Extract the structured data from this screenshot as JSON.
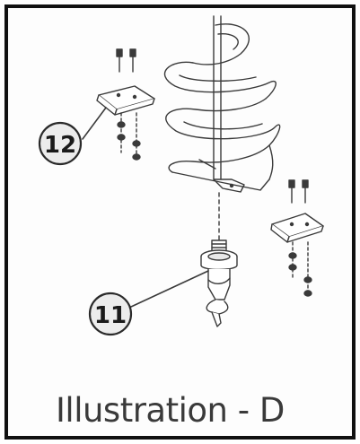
{
  "illustration": {
    "caption": "Illustration - D",
    "callouts": [
      {
        "id": "callout-12",
        "label": "12"
      },
      {
        "id": "callout-11",
        "label": "11"
      }
    ]
  },
  "colors": {
    "border": "#111111",
    "line": "#3a3a3a",
    "callout_fill": "#ececec",
    "text": "#3a3a3a"
  }
}
